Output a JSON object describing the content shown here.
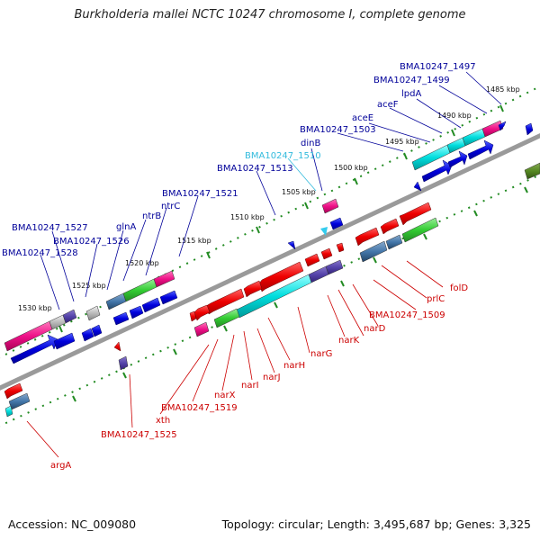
{
  "title": "Burkholderia mallei NCTC 10247 chromosome I, complete genome",
  "footer": {
    "accession": "Accession: NC_009080",
    "topology": "Topology: circular; Length: 3,495,687 bp; Genes: 3,325"
  },
  "colors": {
    "backbone": "#8c8c8c",
    "tick": "#228b22",
    "forward_label": "#000099",
    "reverse_label": "#cc0000",
    "highlight_label": "#33bbdd",
    "gene_red": "#ee0000",
    "gene_blue": "#0000dd",
    "gene_cyan": "#00dddd",
    "gene_green": "#33cc33",
    "gene_pink": "#ee1188",
    "gene_purple": "#5544aa",
    "gene_steel": "#4477aa",
    "gene_olive": "#558822",
    "gene_gray": "#bbbbbb"
  },
  "scale_labels": [
    "1485 kbp",
    "1490 kbp",
    "1495 kbp",
    "1500 kbp",
    "1505 kbp",
    "1510 kbp",
    "1515 kbp",
    "1520 kbp",
    "1525 kbp",
    "1530 kbp"
  ],
  "forward_labels": [
    {
      "text": "BMA10247_1497",
      "color": "forward"
    },
    {
      "text": "BMA10247_1499",
      "color": "forward"
    },
    {
      "text": "lpdA",
      "color": "forward"
    },
    {
      "text": "aceF",
      "color": "forward"
    },
    {
      "text": "aceE",
      "color": "forward"
    },
    {
      "text": "BMA10247_1503",
      "color": "forward"
    },
    {
      "text": "dinB",
      "color": "forward"
    },
    {
      "text": "BMA10247_1510",
      "color": "highlight"
    },
    {
      "text": "BMA10247_1513",
      "color": "forward"
    },
    {
      "text": "BMA10247_1521",
      "color": "forward"
    },
    {
      "text": "ntrC",
      "color": "forward"
    },
    {
      "text": "ntrB",
      "color": "forward"
    },
    {
      "text": "glnA",
      "color": "forward"
    },
    {
      "text": "BMA10247_1527",
      "color": "forward"
    },
    {
      "text": "BMA10247_1526",
      "color": "forward"
    },
    {
      "text": "BMA10247_1528",
      "color": "forward"
    }
  ],
  "reverse_labels": [
    {
      "text": "folD"
    },
    {
      "text": "prlC"
    },
    {
      "text": "BMA10247_1509"
    },
    {
      "text": "narD"
    },
    {
      "text": "narK"
    },
    {
      "text": "narG"
    },
    {
      "text": "narH"
    },
    {
      "text": "narJ"
    },
    {
      "text": "narI"
    },
    {
      "text": "narX"
    },
    {
      "text": "BMA10247_1519"
    },
    {
      "text": "xth"
    },
    {
      "text": "BMA10247_1525"
    },
    {
      "text": "argA"
    }
  ]
}
